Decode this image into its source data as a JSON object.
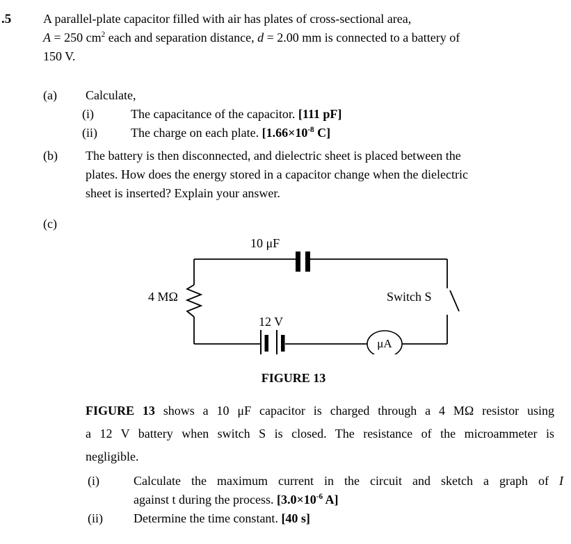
{
  "question": {
    "number": ".5",
    "intro": {
      "line1": "A parallel-plate capacitor filled with air has plates of cross-sectional area,",
      "line2": {
        "var1": "A",
        "mid1": " = 250 cm",
        "sup1": "2",
        "mid2": " each and separation distance, ",
        "var2": "d",
        "rest": " = 2.00 mm is connected to a battery of"
      },
      "line3": "150 V."
    },
    "part_a": {
      "label": "(a)",
      "heading": "Calculate,",
      "item_i": {
        "label": "(i)",
        "text": "The capacitance of the capacitor. ",
        "answer": "[111 pF]"
      },
      "item_ii": {
        "label": "(ii)",
        "text": "The charge on each plate. ",
        "answer_pre": "[1.66×10",
        "answer_sup": "-8",
        "answer_post": " C]"
      }
    },
    "part_b": {
      "label": "(b)",
      "line1": "The battery is then disconnected, and dielectric sheet is placed between the",
      "line2": "plates. How does the energy stored in a capacitor change when the dielectric",
      "line3": "sheet is inserted? Explain your answer."
    },
    "part_c": {
      "label": "(c)",
      "figure": {
        "caption": "FIGURE 13",
        "capacitor_label": "10 μF",
        "resistor_label": "4 MΩ",
        "battery_label": "12 V",
        "switch_label": "Switch S",
        "ammeter_label": "μA"
      },
      "description": {
        "line1_bold": "FIGURE 13",
        "line1_rest": " shows a 10 μF capacitor is charged through a 4 MΩ resistor using",
        "line2": "a 12 V battery when switch S is closed. The resistance of the microammeter is",
        "line3": "negligible."
      },
      "item_i": {
        "label": "(i)",
        "line1_text": "Calculate the maximum current in the circuit and sketch a graph of ",
        "line1_var": "I",
        "line2_text": "against t during the process. ",
        "answer_pre": "[3.0×10",
        "answer_sup": "-6",
        "answer_post": " A]"
      },
      "item_ii": {
        "label": "(ii)",
        "text": "Determine the time constant. ",
        "answer": "[40 s]"
      }
    }
  }
}
